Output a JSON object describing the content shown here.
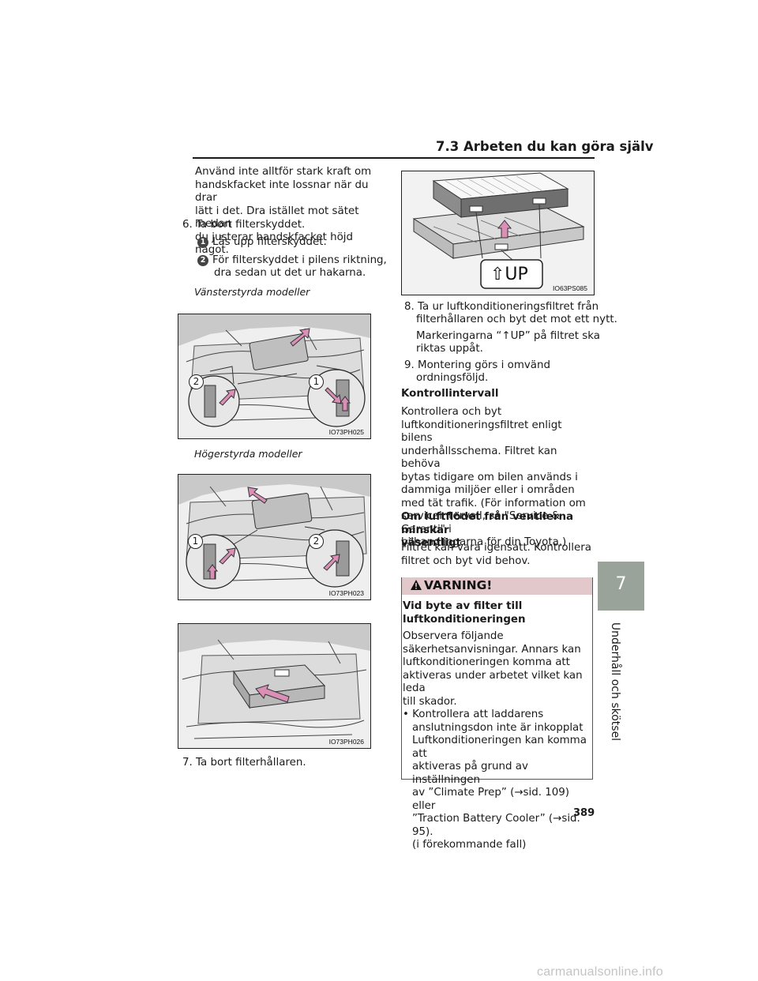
{
  "header": {
    "section": "7.3  Arbeten du kan göra själv"
  },
  "side_tab": {
    "number": "7",
    "label": "Underhåll och skötsel"
  },
  "left_column": {
    "intro_lines": [
      "Använd inte alltför stark kraft om",
      "handskfacket inte lossnar när du drar",
      "lätt i det. Dra istället mot sätet medan",
      "du justerar handskfacket höjd något."
    ],
    "step6": "6. Ta bort filterskyddet.",
    "sub1_num": "1",
    "sub1": "Lås upp filterskyddet.",
    "sub2_num": "2",
    "sub2_line1": "För filterskyddet i pilens riktning,",
    "sub2_line2": "dra sedan ut det ur hakarna.",
    "label_lhd": "Vänsterstyrda modeller",
    "label_rhd": "Högerstyrda modeller",
    "step7": "7. Ta bort filterhållaren."
  },
  "figures": {
    "fig1_code": "IO73PH025",
    "fig2_code": "IO73PH023",
    "fig3_code": "IO73PH026",
    "fig4_code": "IO63PS085",
    "callout_up": "⇧UP",
    "fig1_num_left": "2",
    "fig1_num_right": "1",
    "fig2_num_left": "1",
    "fig2_num_right": "2"
  },
  "right_column": {
    "step8_line1": "8. Ta ur luftkonditioneringsfiltret från",
    "step8_line2": "filterhållaren och byt det mot ett nytt.",
    "step8_note1": "Markeringarna “↑UP” på filtret ska",
    "step8_note2": "riktas uppåt.",
    "step9_line1": "9. Montering görs i omvänd",
    "step9_line2": "ordningsföljd.",
    "kontroll_heading": "Kontrollintervall",
    "kontroll_lines": [
      "Kontrollera och byt",
      "luftkonditioneringsfiltret enligt bilens",
      "underhållsschema. Filtret kan behöva",
      "bytas tidigare om bilen används i",
      "dammiga miljöer eller i områden",
      "med tät trafik. (För information om",
      "serviceintervall, se \"Service & Garanti\" i",
      "bilhandlingarna för din Toyota.)"
    ],
    "airflow_heading_line1": "Om luftflödet från ventilerna minskar",
    "airflow_heading_line2": "väsentligt",
    "airflow_lines": [
      "Filtret kan vara igensatt. Kontrollera",
      "filtret och byt vid behov."
    ]
  },
  "warning": {
    "title": "VARNING!",
    "heading_line1": "Vid byte av filter till",
    "heading_line2": "luftkonditioneringen",
    "body_lines": [
      "Observera följande",
      "säkerhetsanvisningar. Annars kan",
      "luftkonditioneringen komma att",
      "aktiveras under arbetet vilket kan leda",
      "till skador."
    ],
    "bullet_lines": [
      "• Kontrollera att laddarens",
      "anslutningsdon inte är inkopplat",
      "Luftkonditioneringen kan komma att",
      "aktiveras på grund av inställningen",
      "av ”Climate Prep” (→sid. 109) eller",
      "”Traction Battery Cooler” (→sid. 95).",
      "(i förekommande fall)"
    ]
  },
  "page_number": "389",
  "watermark": "carmanualsonline.info",
  "colors": {
    "tab": "#9aa39a",
    "warning_header": "#e3c8cb",
    "arrow": "#d98fb6"
  }
}
